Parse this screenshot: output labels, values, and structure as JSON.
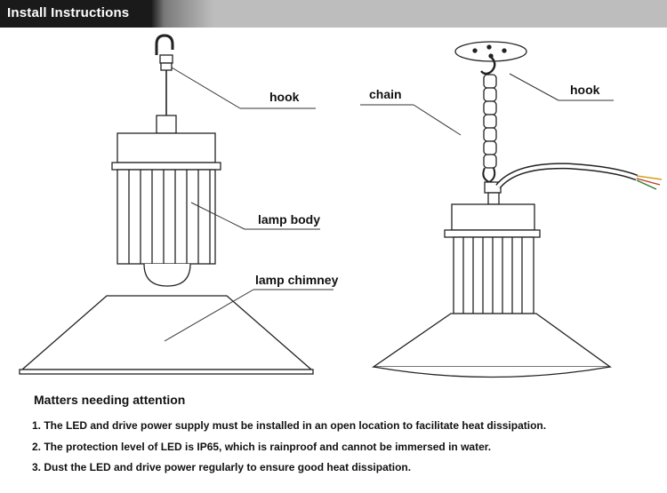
{
  "header": {
    "title": "Install Instructions"
  },
  "left_lamp": {
    "labels": {
      "hook": "hook",
      "lamp_body": "lamp body",
      "lamp_chimney": "lamp chimney"
    }
  },
  "right_lamp": {
    "labels": {
      "chain": "chain",
      "hook": "hook"
    }
  },
  "notes": {
    "title": "Matters needing attention",
    "items": [
      "1. The LED and drive power supply must be installed in an open location to facilitate heat dissipation.",
      "2. The protection level of LED is IP65, which is rainproof and cannot be immersed in water.",
      "3. Dust the LED and drive power regularly to ensure good heat dissipation."
    ]
  }
}
